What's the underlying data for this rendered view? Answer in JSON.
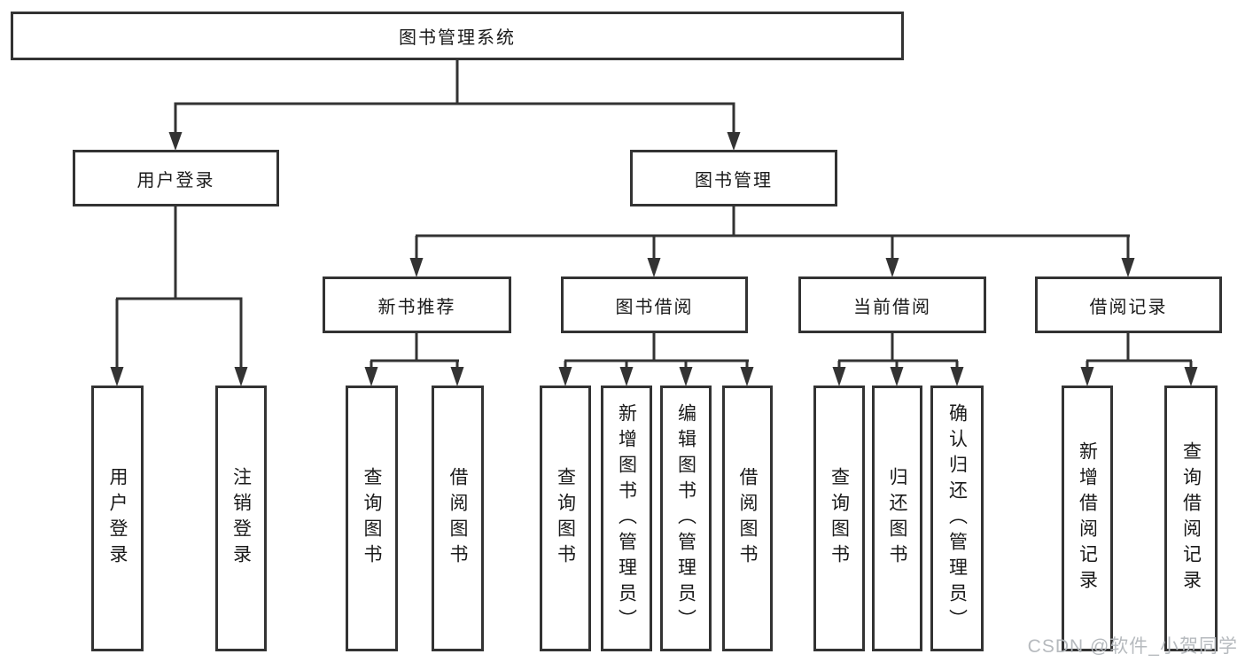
{
  "title": "图书管理系统",
  "tree": {
    "root": {
      "label": "图书管理系统"
    },
    "user_login": {
      "label": "用户登录",
      "children": [
        "用户登录",
        "注销登录"
      ]
    },
    "book_mgmt": {
      "label": "图书管理"
    },
    "new_books": {
      "label": "新书推荐",
      "children": [
        "查询图书",
        "借阅图书"
      ]
    },
    "book_borrow": {
      "label": "图书借阅",
      "children": [
        "查询图书",
        "新增图书（管理员）",
        "编辑图书（管理员）",
        "借阅图书"
      ]
    },
    "current_borrow": {
      "label": "当前借阅",
      "children": [
        "查询图书",
        "归还图书",
        "确认归还（管理员）"
      ]
    },
    "borrow_records": {
      "label": "借阅记录",
      "children": [
        "新增借阅记录",
        "查询借阅记录"
      ]
    }
  },
  "watermark": "CSDN @软件_小贺同学",
  "colors": {
    "line": "#333333",
    "text": "#1a1a1a",
    "watermark": "#b3b7bb",
    "background": "#ffffff"
  }
}
